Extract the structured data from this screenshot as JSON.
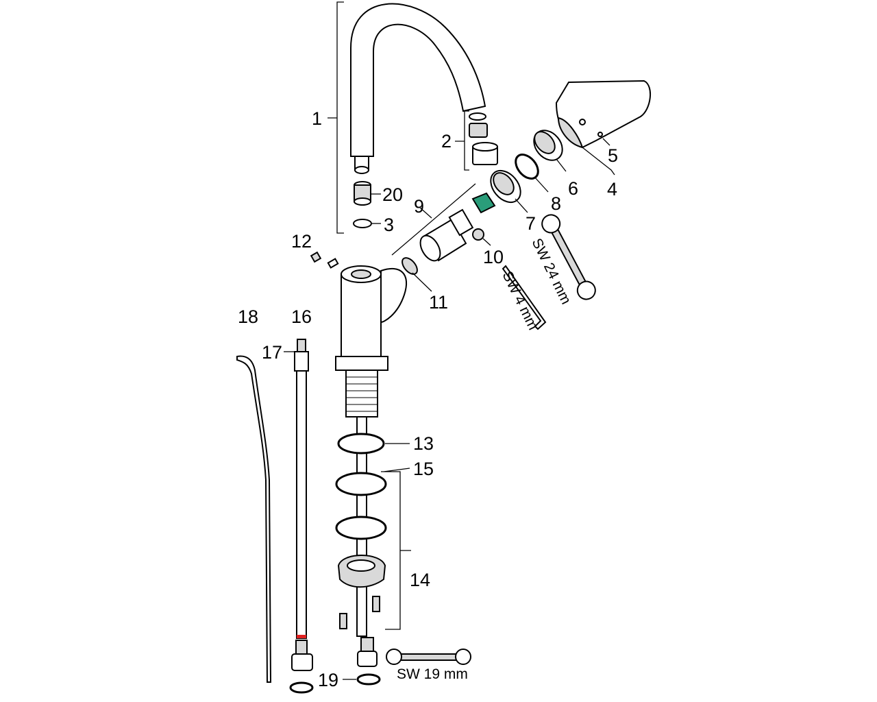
{
  "diagram": {
    "type": "exploded-parts-view",
    "parts": {
      "p1": "1",
      "p2": "2",
      "p3": "3",
      "p4": "4",
      "p5": "5",
      "p6": "6",
      "p7": "7",
      "p8": "8",
      "p9": "9",
      "p10": "10",
      "p11": "11",
      "p12": "12",
      "p13": "13",
      "p14": "14",
      "p15": "15",
      "p16": "16",
      "p17": "17",
      "p18": "18",
      "p19": "19",
      "p20": "20"
    },
    "tools": {
      "wrench_24": "SW 24 mm",
      "hex_key_4": "SW 4 mm",
      "wrench_19": "SW 19 mm"
    },
    "colors": {
      "cartridge_accent": "#2a9d7a",
      "hose_marker": "#e02020",
      "line": "#000000"
    }
  }
}
